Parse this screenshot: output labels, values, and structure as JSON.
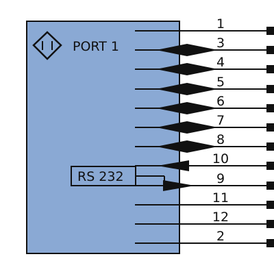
{
  "module": {
    "port_label": "PORT 1",
    "interface_label": "RS 232",
    "body_color": "#8aa9d4",
    "line_color": "#111111"
  },
  "pins": [
    {
      "number": "1",
      "symbol": "none"
    },
    {
      "number": "3",
      "symbol": "diamond"
    },
    {
      "number": "4",
      "symbol": "diamond"
    },
    {
      "number": "5",
      "symbol": "diamond"
    },
    {
      "number": "6",
      "symbol": "diamond"
    },
    {
      "number": "7",
      "symbol": "diamond"
    },
    {
      "number": "8",
      "symbol": "diamond"
    },
    {
      "number": "10",
      "symbol": "input-arrow"
    },
    {
      "number": "9",
      "symbol": "output-arrow"
    },
    {
      "number": "11",
      "symbol": "none"
    },
    {
      "number": "12",
      "symbol": "none"
    },
    {
      "number": "2",
      "symbol": "none"
    }
  ]
}
